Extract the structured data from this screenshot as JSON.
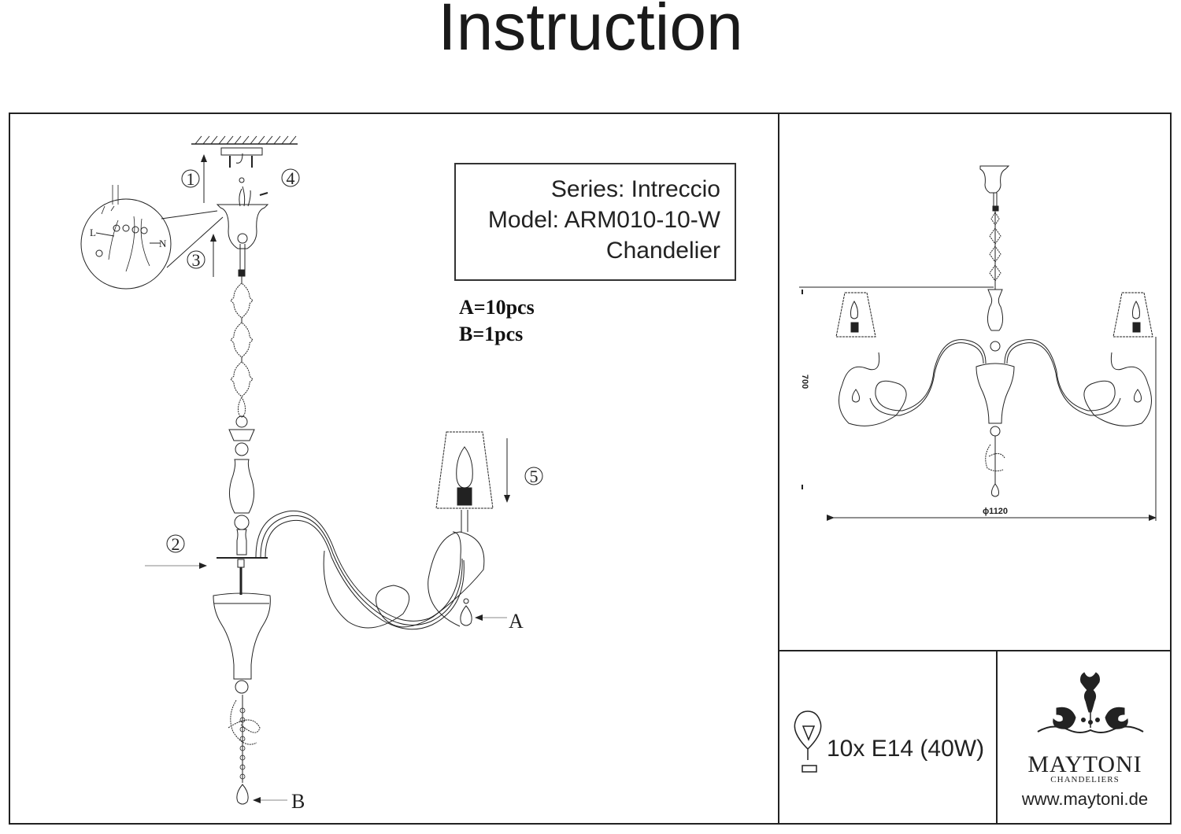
{
  "document": {
    "title": "Instruction"
  },
  "product_info": {
    "series": "Series: Intreccio",
    "model": "Model: ARM010-10-W",
    "type": "Chandelier"
  },
  "parts_list": [
    {
      "label": "A=10pcs"
    },
    {
      "label": "B=1pcs"
    }
  ],
  "assembly_diagram": {
    "steps": [
      "1",
      "2",
      "3",
      "4",
      "5"
    ],
    "part_labels": {
      "a": "A",
      "b": "B"
    },
    "wiring_labels": {
      "live": "L",
      "neutral": "N"
    }
  },
  "dimension_drawing": {
    "height": "700",
    "diameter": "ϕ1120"
  },
  "bulb_spec": {
    "text": "10x E14 (40W)",
    "icon": "light-bulb-icon"
  },
  "brand": {
    "name": "MAYTONI",
    "subtitle": "CHANDELIERS",
    "website": "www.maytoni.de",
    "logo_icon": "ornamental-logo-icon"
  },
  "colors": {
    "line": "#222222",
    "background": "#ffffff"
  }
}
